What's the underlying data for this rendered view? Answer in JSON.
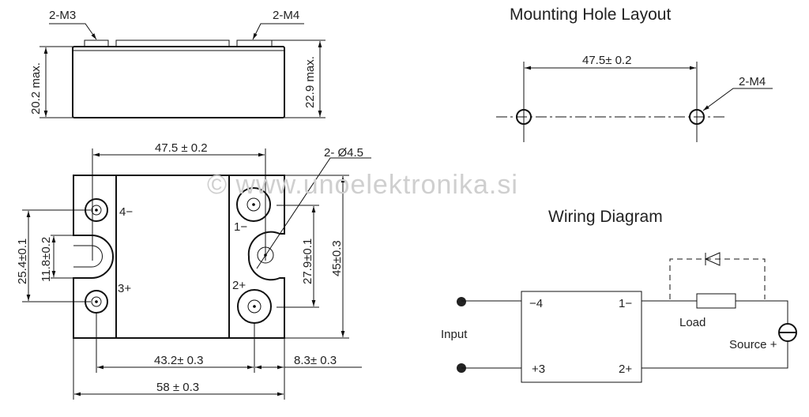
{
  "side_view": {
    "left_terminal": "2-M3",
    "right_terminal": "2-M4",
    "height_body": "20.2 max.",
    "height_total": "22.9 max."
  },
  "top_view": {
    "hole_pitch": "47.5 ± 0.2",
    "hole_dia": "2- Ø4.5",
    "terminals": [
      "4−",
      "3+",
      "1−",
      "2+"
    ],
    "dim_25_4": "25.4±0.1",
    "dim_11_8": "11.8±0.2",
    "dim_27_9": "27.9±0.1",
    "dim_45": "45±0.3",
    "dim_43_2": "43.2± 0.3",
    "dim_8_3": "8.3± 0.3",
    "dim_58": "58 ± 0.3"
  },
  "mounting": {
    "title": "Mounting Hole Layout",
    "pitch": "47.5± 0.2",
    "hole": "2-M4"
  },
  "wiring": {
    "title": "Wiring Diagram",
    "input": "Input",
    "pin_in_neg": "−4",
    "pin_in_pos": "+3",
    "pin_out_neg": "1−",
    "pin_out_pos": "2+",
    "load": "Load",
    "source": "Source +"
  },
  "watermark": "© www.unoelektronika.si"
}
